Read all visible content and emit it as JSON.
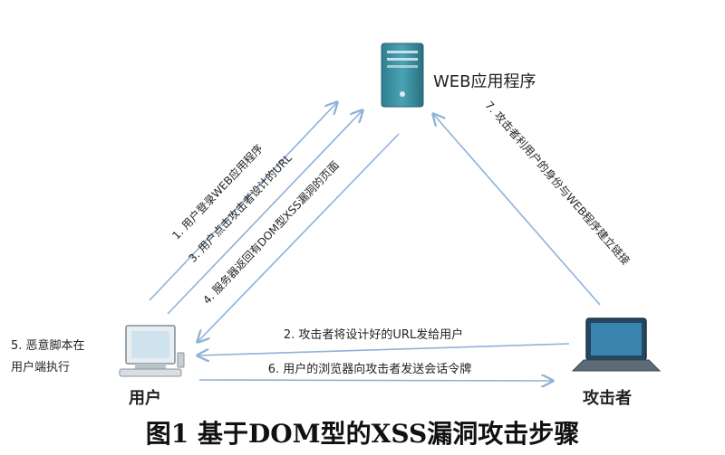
{
  "nodes": {
    "server_label": "WEB应用程序",
    "user_label": "用户",
    "attacker_label": "攻击者"
  },
  "steps": {
    "s1": "1. 用户登录WEB应用程序",
    "s2": "2. 攻击者将设计好的URL发给用户",
    "s3": "3. 用户点击攻击者设计的URL",
    "s4": "4. 服务器返回有DOM型XSS漏洞的页面",
    "s5_line1": "5. 恶意脚本在",
    "s5_line2": "用户端执行",
    "s6": "6. 用户的浏览器向攻击者发送会话令牌",
    "s7": "7. 攻击者利用户的身份与WEB程序建立链接"
  },
  "caption": "图1 基于DOM型的XSS漏洞攻击步骤",
  "colors": {
    "arrow": "#8fb1d6",
    "server": "#3a8fa0",
    "text": "#222222"
  }
}
